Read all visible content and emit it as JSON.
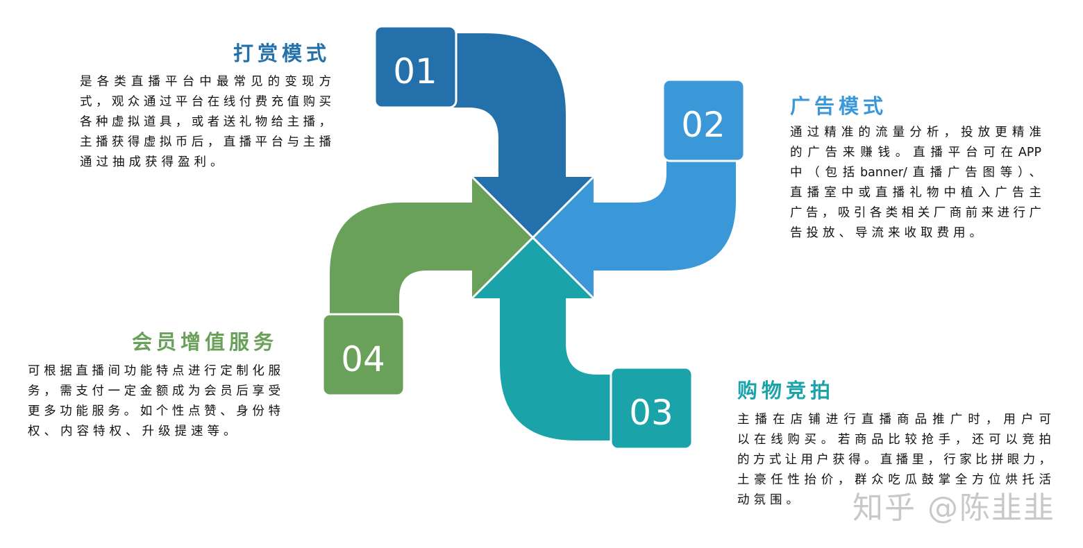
{
  "colors": {
    "s01": "#2370ab",
    "s02": "#3a98d9",
    "s03": "#1aa3a8",
    "s04": "#6aa15a"
  },
  "steps": [
    {
      "num": "01",
      "title": "打赏模式",
      "lines": [
        "是各类直播平台中最常见的变现方",
        "式，观众通过平台在线付费充值购买",
        "各种虚拟道具，或者送礼物给主播，",
        "主播获得虚拟币后，直播平台与主播",
        "通过抽成获得盈利。"
      ]
    },
    {
      "num": "02",
      "title": "广告模式",
      "lines": [
        "通过精准的流量分析，投放更精准",
        "的广告来赚钱。直播平台可在APP",
        "中（包括banner/直播广告图等）、",
        "直播室中或直播礼物中植入广告主",
        "广告，吸引各类相关厂商前来进行广",
        "告投放、导流来收取费用。"
      ]
    },
    {
      "num": "03",
      "title": "购物竞拍",
      "lines": [
        "主播在店铺进行直播商品推广时，用户可",
        "以在线购买。若商品比较抢手，还可以竞拍",
        "的方式让用户获得。直播里，行家比拼眼力，",
        "土豪任性抬价，群众吃瓜鼓掌全方位烘托活",
        "动氛围。"
      ]
    },
    {
      "num": "04",
      "title": "会员增值服务",
      "lines": [
        "可根据直播间功能特点进行定制化服",
        "务，需支付一定金额成为会员后享受",
        "更多功能服务。如个性点赞、身份特",
        "权、内容特权、升级提速等。"
      ]
    }
  ],
  "watermark": "知乎 @陈韭韭"
}
